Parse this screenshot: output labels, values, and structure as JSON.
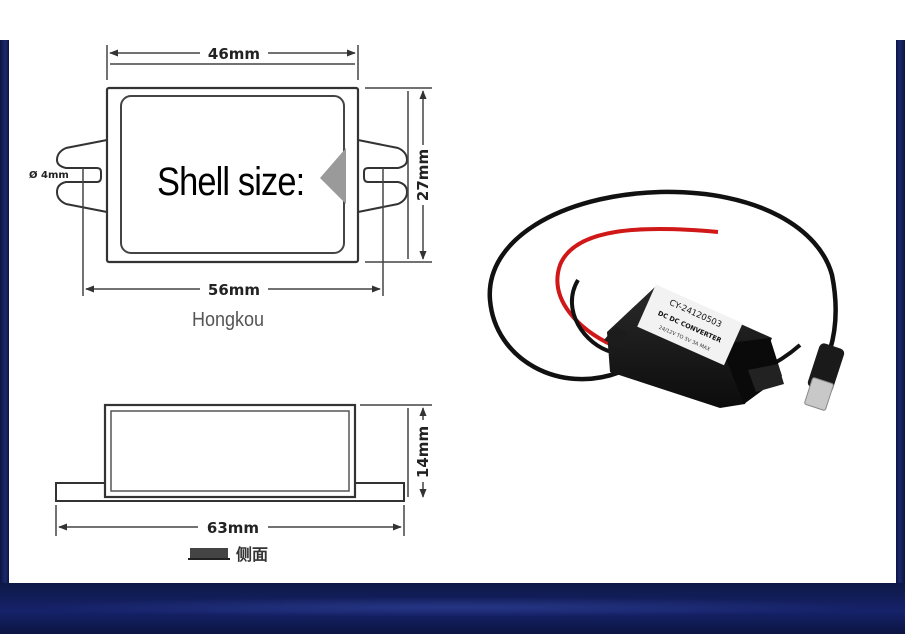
{
  "top_view": {
    "width_inner_label": "46mm",
    "width_outer_label": "56mm",
    "height_label": "27mm",
    "hole_label": "Ø 4mm"
  },
  "side_view": {
    "height_label": "14mm",
    "width_label": "63mm",
    "view_label": "侧面"
  },
  "overlay": {
    "title": "Shell size:",
    "caption": "Hongkou"
  },
  "product_label": {
    "model": "CY-24120503",
    "line1": "DC  DC CONVERTER",
    "line2": "24/12V TO 5V 3A MAX"
  },
  "colors": {
    "frame": "#0b1440",
    "housing": "#141414",
    "wire_red": "#d01818",
    "wire_black": "#111111"
  }
}
